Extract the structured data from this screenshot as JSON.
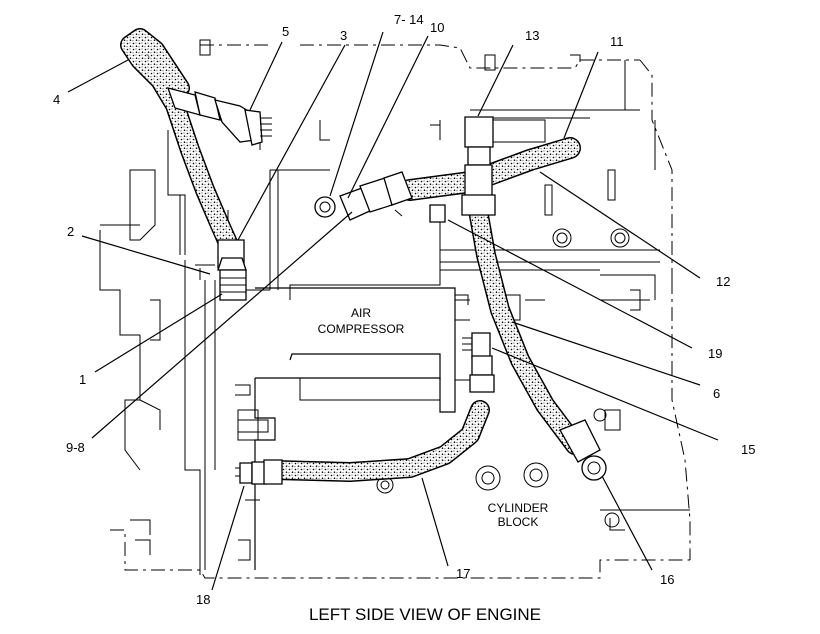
{
  "title": "LEFT SIDE VIEW OF ENGINE",
  "components": {
    "air_compressor_line1": "AIR",
    "air_compressor_line2": "COMPRESSOR",
    "cylinder_block_line1": "CYLINDER",
    "cylinder_block_line2": "BLOCK"
  },
  "callouts": [
    "1",
    "2",
    "3",
    "4",
    "5",
    "6",
    "7- 14",
    "9-8",
    "10",
    "11",
    "12",
    "13",
    "15",
    "16",
    "17",
    "18",
    "19"
  ]
}
